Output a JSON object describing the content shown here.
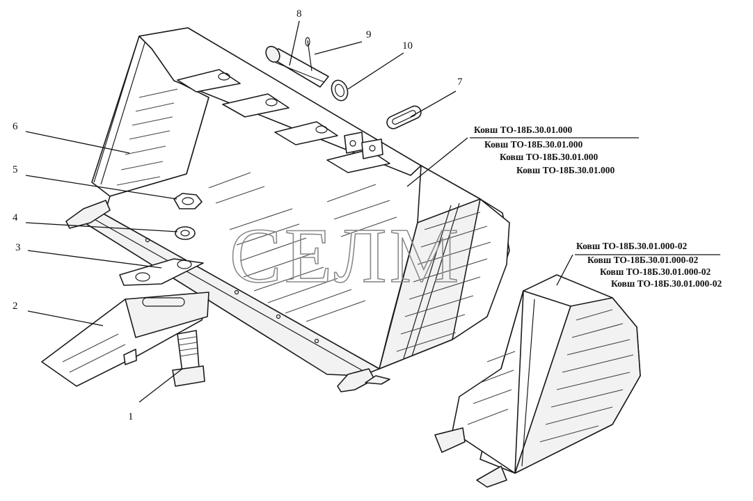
{
  "watermark": "СЕЛМ",
  "callouts": {
    "c1": "1",
    "c2": "2",
    "c3": "3",
    "c4": "4",
    "c5": "5",
    "c6": "6",
    "c7": "7",
    "c8": "8",
    "c9": "9",
    "c10": "10"
  },
  "captions_main": [
    "Ковш ТО-18Б.30.01.000",
    "Ковш ТО-18Б.30.01.000",
    "Ковш ТО-18Б.30.01.000",
    "Ковш ТО-18Б.30.01.000"
  ],
  "captions_alt": [
    "Ковш ТО-18Б.30.01.000-02",
    "Ковш ТО-18Б.30.01.000-02",
    "Ковш ТО-18Б.30.01.000-02",
    "Ковш ТО-18Б.30.01.000-02"
  ]
}
